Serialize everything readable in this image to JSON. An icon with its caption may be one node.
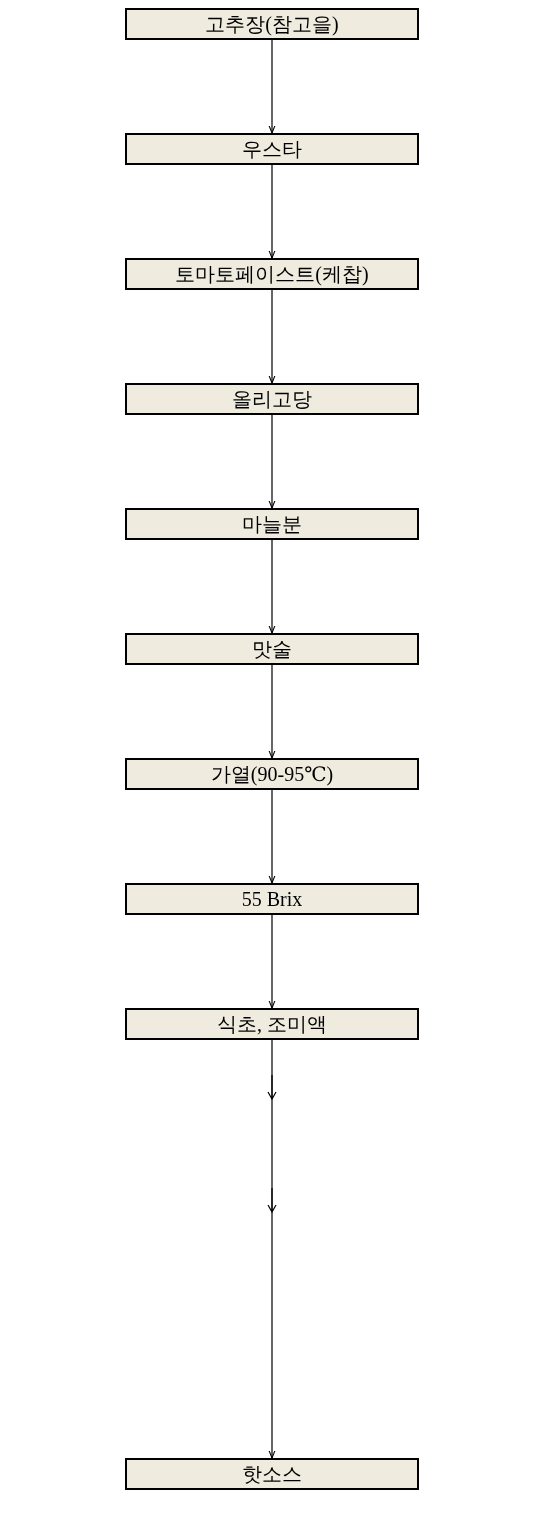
{
  "diagram": {
    "nodes": [
      {
        "text": [
          "고추장(참고을)"
        ]
      },
      {
        "text": [
          "우스타"
        ]
      },
      {
        "text": [
          "토마토페이스트(케찹)"
        ]
      },
      {
        "text": [
          "올리고당"
        ]
      },
      {
        "text": [
          "마늘분"
        ]
      },
      {
        "text": [
          "맛술"
        ]
      },
      {
        "text": [
          "가열(90-95℃)"
        ]
      },
      {
        "text": [
          "55 Brix"
        ]
      },
      {
        "text": [
          "식초, 조미액"
        ]
      },
      {
        "text": [
          "핫소스"
        ]
      }
    ],
    "edges": [
      {
        "from": 0,
        "to": 1,
        "arrow": "to"
      },
      {
        "from": 1,
        "to": 2,
        "arrow": "to"
      },
      {
        "from": 2,
        "to": 3,
        "arrow": "to"
      },
      {
        "from": 3,
        "to": 4,
        "arrow": "to"
      },
      {
        "from": 4,
        "to": 5,
        "arrow": "to"
      },
      {
        "from": 5,
        "to": 6,
        "arrow": "to"
      },
      {
        "from": 6,
        "to": 7,
        "arrow": "to"
      },
      {
        "from": 7,
        "to": 8,
        "arrow": "to"
      },
      {
        "from": 8,
        "to": 9,
        "arrow": "to"
      }
    ]
  }
}
